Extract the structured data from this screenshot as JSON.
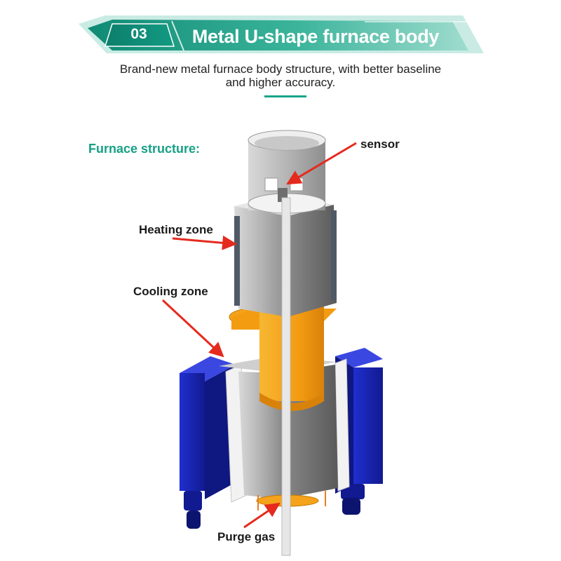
{
  "header": {
    "number": "03",
    "title": "Metal U-shape furnace body",
    "subtitle_lines": [
      "Brand-new metal furnace body structure, with better baseline",
      "and higher accuracy."
    ]
  },
  "section": {
    "label": "Furnace structure:"
  },
  "callouts": {
    "sensor": "sensor",
    "heating_zone": "Heating zone",
    "cooling_zone": "Cooling zone",
    "purge_gas": "Purge gas"
  },
  "colors": {
    "banner_dark": "#13907c",
    "banner_light": "#7fd0bf",
    "accent_text": "#16a085",
    "arrow": "#e52a1e",
    "cooling_block": "#1a22b8",
    "gas_sleeve": "#f5a31a",
    "steel": "#a8a8a8"
  }
}
